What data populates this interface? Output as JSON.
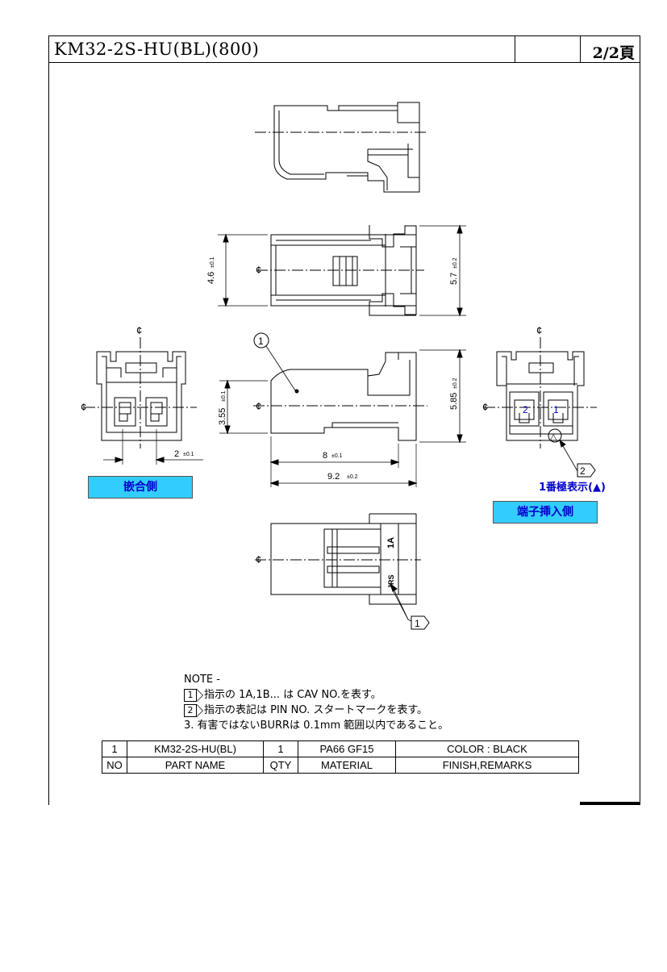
{
  "title": {
    "part": "KM32-2S-HU(BL)(800)",
    "page": "2/2頁"
  },
  "dimensions": {
    "d46": "4.6",
    "d46_tol": "±0.1",
    "d57": "5.7",
    "d57_tol": "±0.2",
    "d355": "3.55",
    "d355_tol": "±0.1",
    "d585": "5.85",
    "d585_tol": "±0.2",
    "d8": "8",
    "d8_tol": "±0.1",
    "d92": "9.2",
    "d92_tol": "±0.2",
    "d2": "2",
    "d2_tol": "±0.1"
  },
  "symbols": {
    "centerline": "¢",
    "balloon": "1",
    "marker2": "2",
    "marker1": "1",
    "triangle": "△",
    "pin_2": "2",
    "pin_1": "1",
    "mark_1a": "1A",
    "mark_jrs": "JRS"
  },
  "labels": {
    "mating_side": "嵌合側",
    "terminal_side": "端子挿入側",
    "pin1_mark": "1番極表示(▲)"
  },
  "notes": {
    "header": "NOTE -",
    "n1_num": "1",
    "n1_text": "指示の 1A,1B... は CAV NO.を表す。",
    "n2_num": "2",
    "n2_text": "指示の表記は PIN NO. スタートマークを表す。",
    "n3_text": "3. 有害ではないBURRは 0.1mm 範囲以内であること。"
  },
  "bom": {
    "row": [
      "1",
      "KM32-2S-HU(BL)",
      "1",
      "PA66 GF15",
      "COLOR : BLACK"
    ],
    "header": [
      "NO",
      "PART NAME",
      "QTY",
      "MATERIAL",
      "FINISH,REMARKS"
    ]
  }
}
